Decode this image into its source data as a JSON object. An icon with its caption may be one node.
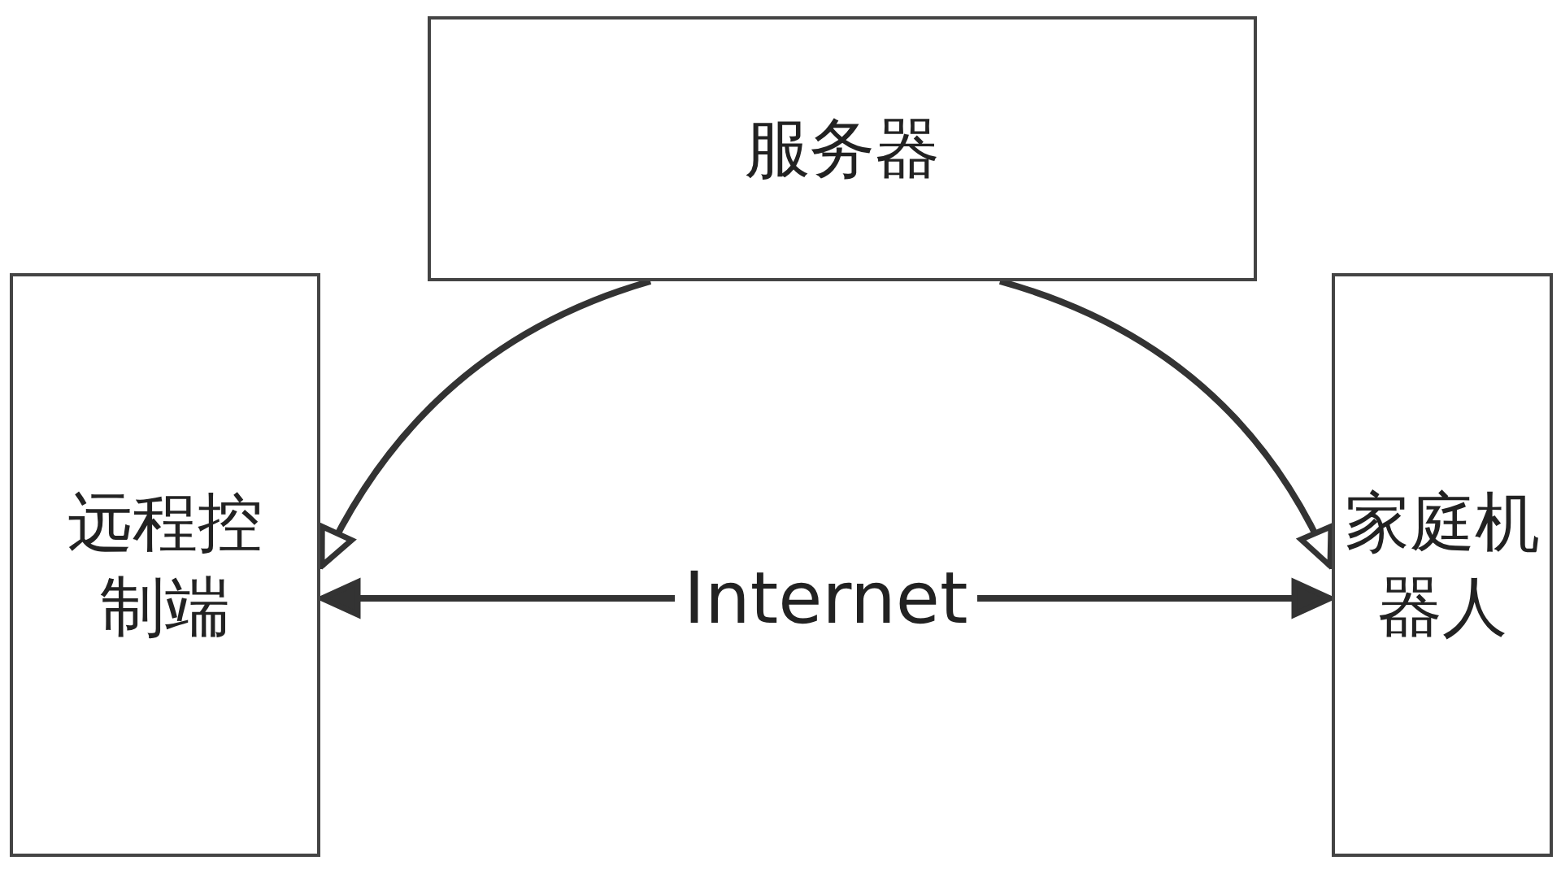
{
  "diagram": {
    "nodes": [
      {
        "text": [
          "服务器"
        ]
      },
      {
        "text": [
          "远程控制端"
        ]
      },
      {
        "text": [
          "家庭机器人"
        ]
      }
    ],
    "edges": [
      {
        "from": 0,
        "to": 1,
        "arrow": "to"
      },
      {
        "from": 0,
        "to": 2,
        "arrow": "to"
      },
      {
        "from": 1,
        "to": 2,
        "arrow": "both",
        "label": "Internet"
      }
    ]
  }
}
